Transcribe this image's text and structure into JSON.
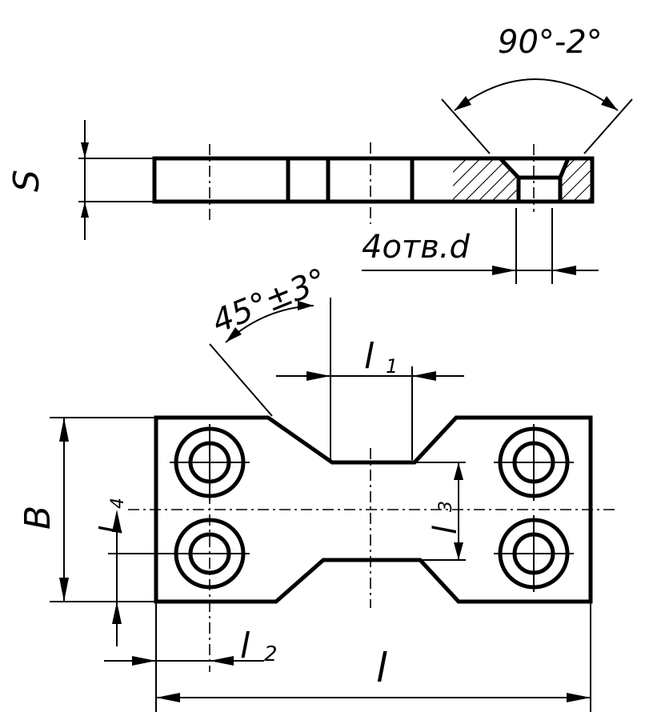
{
  "labels": {
    "thickness": "S",
    "angle_chamfer": "90°-2°",
    "holes": "4отв.d",
    "angle_taper": "45°±3°",
    "l1": "l",
    "l1_sub": "1",
    "l2": "l",
    "l2_sub": "2",
    "l3": "l",
    "l3_sub": "3",
    "l4": "l",
    "l4_sub": "4",
    "width": "B",
    "length": "l"
  }
}
